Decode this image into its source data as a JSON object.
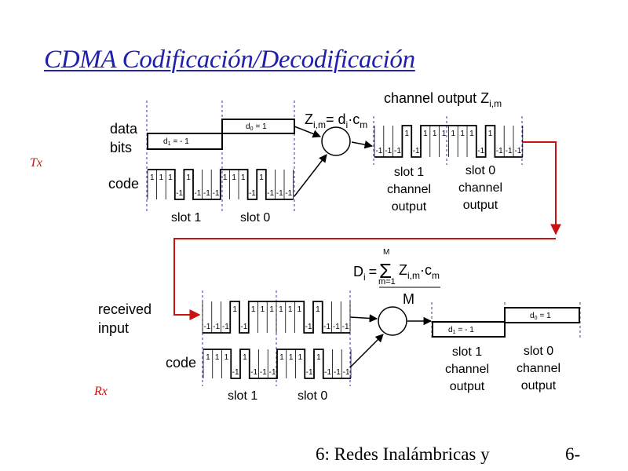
{
  "title": "CDMA Codificación/Decodificación",
  "footer": {
    "left": "6: Redes Inalámbricas y",
    "right": "6-"
  },
  "tx": {
    "side_tag": "Tx",
    "data_bits_label_line1": "data",
    "data_bits_label_line2": "bits",
    "code_label": "code",
    "d1_label": "d",
    "d1_sub": "1",
    "d1_value": "= - 1",
    "d0_label": "d",
    "d0_sub": "0",
    "d0_value": "= 1",
    "slot1_label": "slot 1",
    "slot0_label": "slot 0",
    "formula_z": "Z",
    "formula_z_sub": "i,m",
    "formula_eq": "= d",
    "formula_d_sub": "i",
    "formula_dot": "·",
    "formula_c": "c",
    "formula_c_sub": "m",
    "channel_output_title": "channel output Z",
    "channel_output_sub": "i,m",
    "slot1_caption": [
      "slot 1",
      "channel",
      "output"
    ],
    "slot0_caption": [
      "slot 0",
      "channel",
      "output"
    ],
    "code_sequence": [
      1,
      1,
      1,
      -1,
      1,
      -1,
      -1,
      -1
    ],
    "channel_output_sequence": [
      -1,
      -1,
      -1,
      1,
      -1,
      1,
      1,
      1,
      1,
      1,
      1,
      -1,
      1,
      -1,
      -1,
      -1
    ],
    "top_chip_labels": [
      "1",
      "1",
      "1",
      "",
      "1",
      "",
      "",
      "",
      "1",
      "1",
      "1",
      "",
      "1",
      "",
      "",
      ""
    ],
    "bottom_chip_labels": [
      "",
      "",
      "",
      "-1",
      "",
      "-1",
      "-1",
      "-1",
      "",
      "",
      "",
      "-1",
      "",
      "-1",
      "-1",
      "-1"
    ],
    "out_top_labels": [
      "",
      "",
      "",
      "1",
      "",
      "1",
      "1",
      "1",
      "1",
      "1",
      "1",
      "",
      "1",
      "",
      "",
      ""
    ],
    "out_bottom_labels": [
      "-1",
      "-1",
      "-1",
      "",
      "-1",
      "",
      "",
      "",
      "",
      "",
      "",
      "-1",
      "",
      "-1",
      "-1",
      "-1"
    ]
  },
  "rx": {
    "side_tag": "Rx",
    "received_label_line1": "received",
    "received_label_line2": "input",
    "code_label": "code",
    "formula_D": "D",
    "formula_D_sub": "i",
    "formula_eq": "=",
    "formula_sum": "Σ",
    "formula_sum_top": "M",
    "formula_sum_bottom": "m=1",
    "formula_Z": "Z",
    "formula_Z_sub": "i,m",
    "formula_dot": "·",
    "formula_c": "c",
    "formula_c_sub": "m",
    "formula_denominator": "M",
    "d1_label": "d",
    "d1_sub": "1",
    "d1_value": "= - 1",
    "d0_label": "d",
    "d0_sub": "0",
    "d0_value": "= 1",
    "slot1_label": "slot 1",
    "slot0_label": "slot 0",
    "slot1_caption": [
      "slot 1",
      "channel",
      "output"
    ],
    "slot0_caption": [
      "slot 0",
      "channel",
      "output"
    ]
  },
  "colors": {
    "title": "#2020b0",
    "arrow": "#cc1111",
    "lines": "#000000",
    "dashes": "#3333aa"
  }
}
